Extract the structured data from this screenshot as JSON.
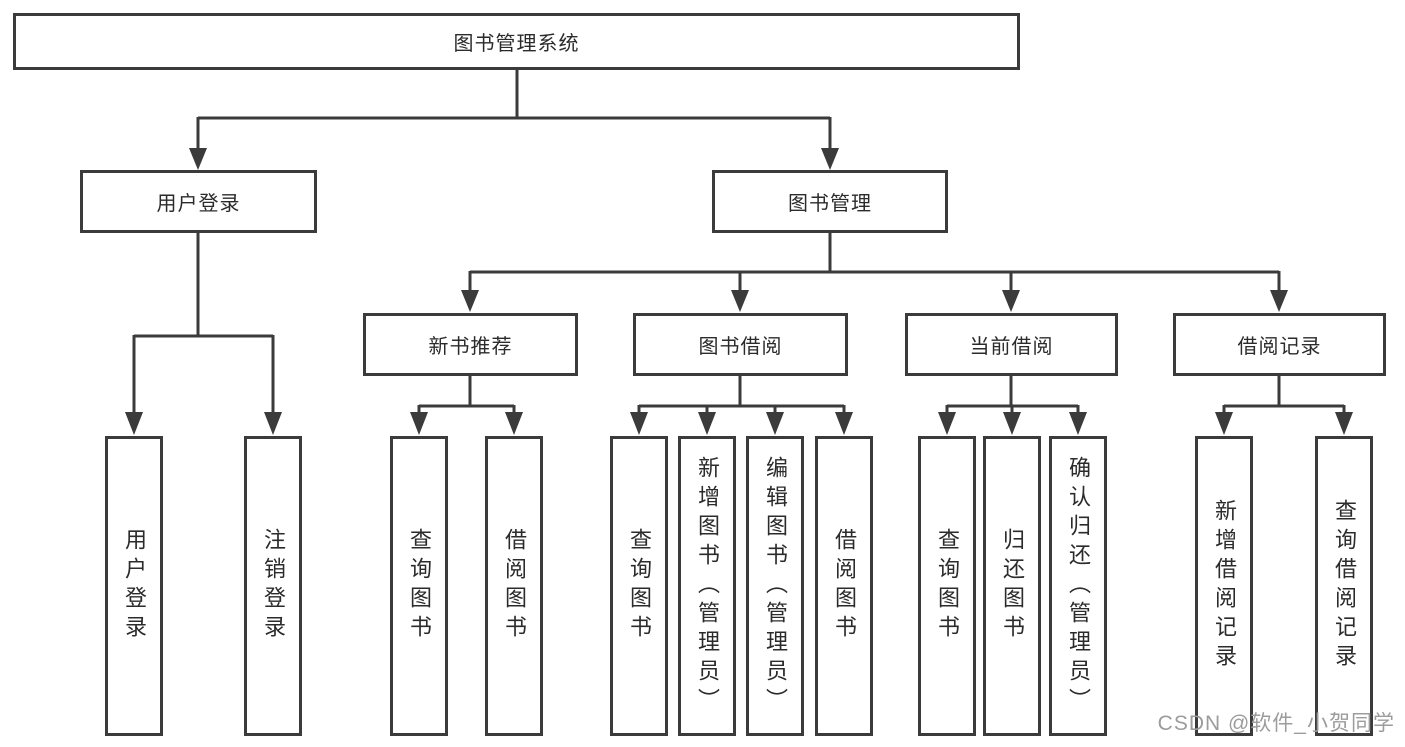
{
  "diagram": {
    "title": "图书管理系统",
    "branches": [
      {
        "label": "用户登录",
        "children": [
          {
            "label": "用户登录"
          },
          {
            "label": "注销登录"
          }
        ]
      },
      {
        "label": "图书管理",
        "children": [
          {
            "label": "新书推荐",
            "children": [
              {
                "label": "查询图书"
              },
              {
                "label": "借阅图书"
              }
            ]
          },
          {
            "label": "图书借阅",
            "children": [
              {
                "label": "查询图书"
              },
              {
                "label": "新增图书（管理员）"
              },
              {
                "label": "编辑图书（管理员）"
              },
              {
                "label": "借阅图书"
              }
            ]
          },
          {
            "label": "当前借阅",
            "children": [
              {
                "label": "查询图书"
              },
              {
                "label": "归还图书"
              },
              {
                "label": "确认归还（管理员）"
              }
            ]
          },
          {
            "label": "借阅记录",
            "children": [
              {
                "label": "新增借阅记录"
              },
              {
                "label": "查询借阅记录"
              }
            ]
          }
        ]
      }
    ]
  },
  "watermark": {
    "text": "CSDN @软件_小贺同学"
  },
  "colors": {
    "line": "#3b3b3b",
    "text": "#2b2b2b",
    "background": "#ffffff",
    "watermark": "#9c9c9c"
  }
}
